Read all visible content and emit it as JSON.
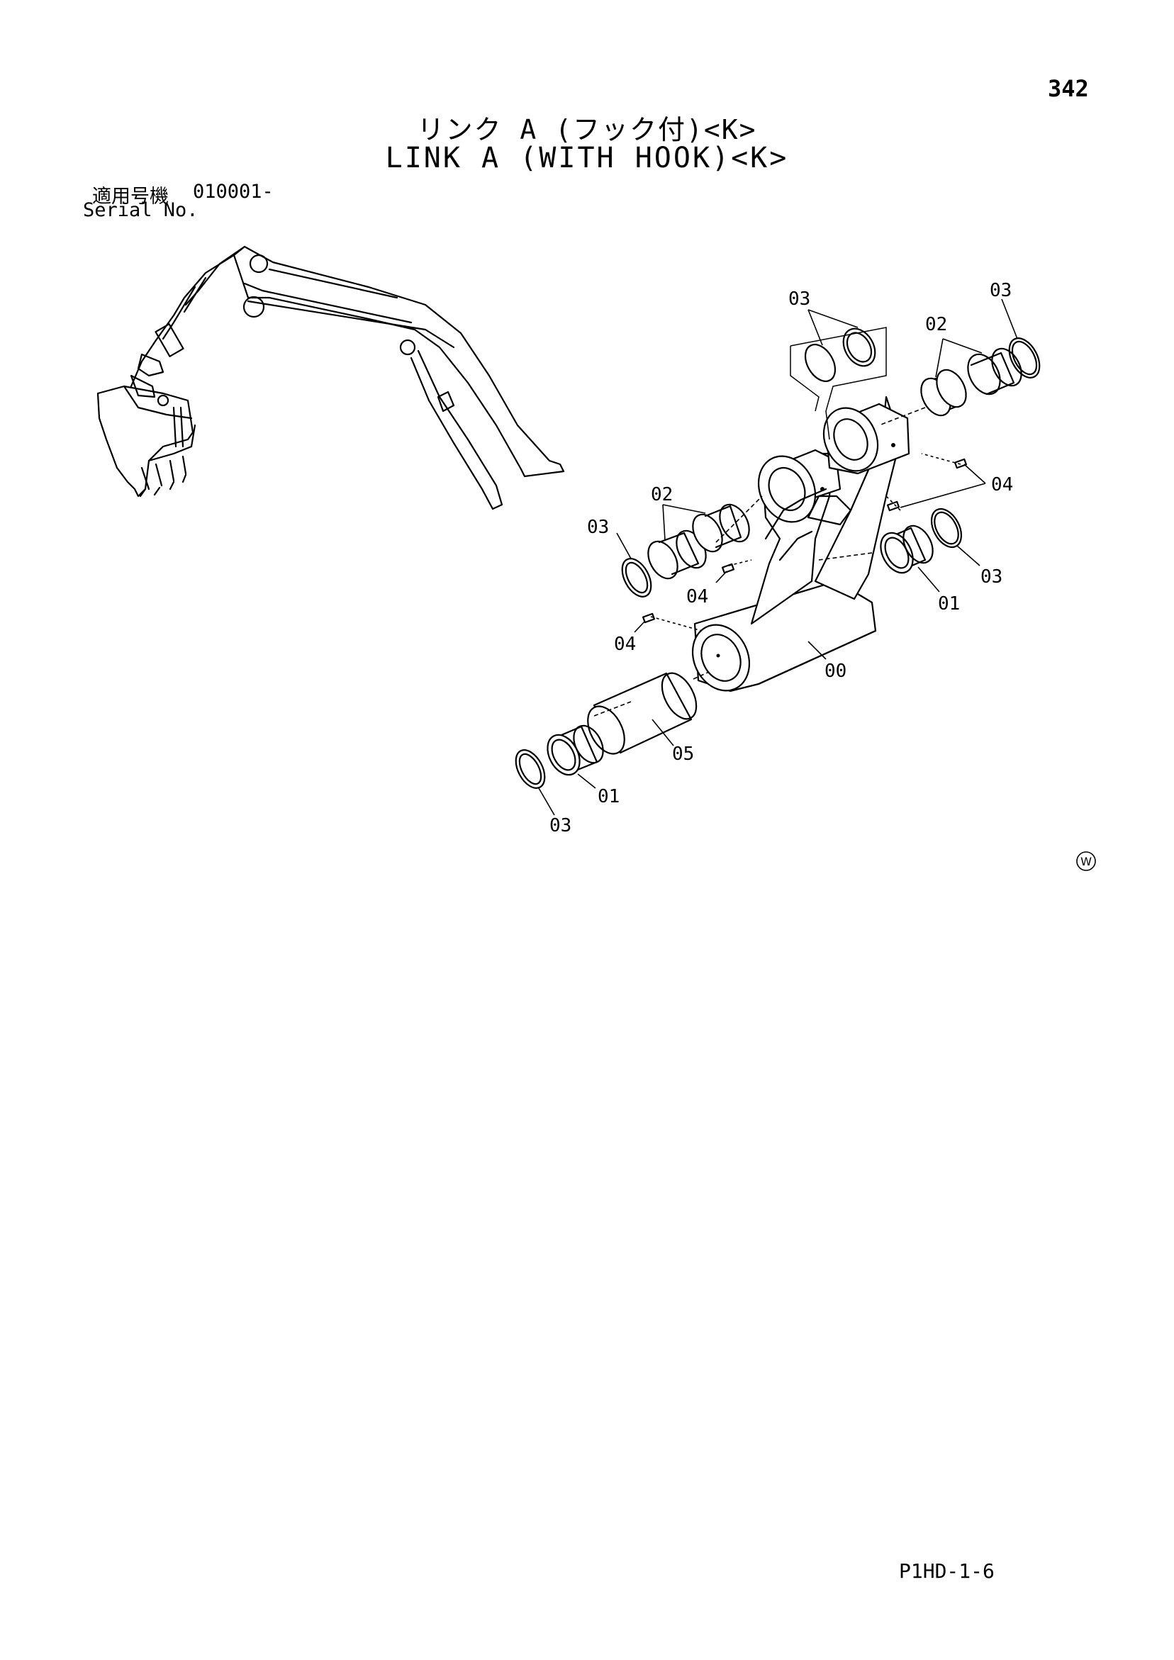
{
  "page_number": "342",
  "title_jp": "リンク A (フック付)<K>",
  "title_en": "LINK A (WITH HOOK)<K>",
  "serial": {
    "label_jp": "適用号機",
    "value": "010001-",
    "label_en": "Serial No."
  },
  "callouts": {
    "c03_top": "03",
    "c03_topright": "03",
    "c02_topright": "02",
    "c04_right": "04",
    "c02_left": "02",
    "c03_left": "03",
    "c04_mid": "04",
    "c04_lower": "04",
    "c03_right": "03",
    "c01_right": "01",
    "c00": "00",
    "c05": "05",
    "c01_bottom": "01",
    "c03_bottom": "03"
  },
  "mark": "W",
  "footer_code": "P1HD-1-6"
}
